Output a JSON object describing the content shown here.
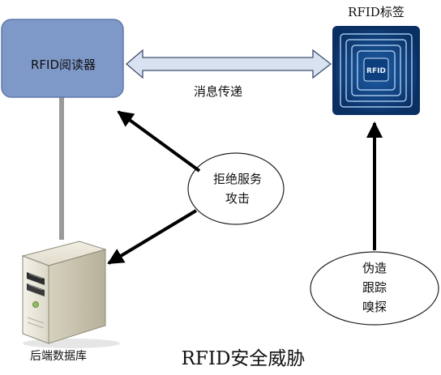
{
  "nodes": {
    "reader": {
      "label": "RFID阅读器"
    },
    "tag": {
      "label": "RFID标签",
      "chip_text": "RFID"
    },
    "database": {
      "label": "后端数据库"
    }
  },
  "edges": {
    "message": {
      "label": "消息传递"
    }
  },
  "threats": {
    "dos": {
      "lines": [
        "拒绝服务",
        "攻击"
      ]
    },
    "tag_attacks": {
      "lines": [
        "伪造",
        "跟踪",
        "嗅探"
      ]
    }
  },
  "caption": "RFID安全威胁",
  "colors": {
    "reader_fill": "#7e98c7",
    "reader_stroke": "#5f79a8",
    "arrow_fill": "#d8e2f0",
    "arrow_stroke": "#3f4f6f",
    "tag_bg": "#0f3c78"
  }
}
